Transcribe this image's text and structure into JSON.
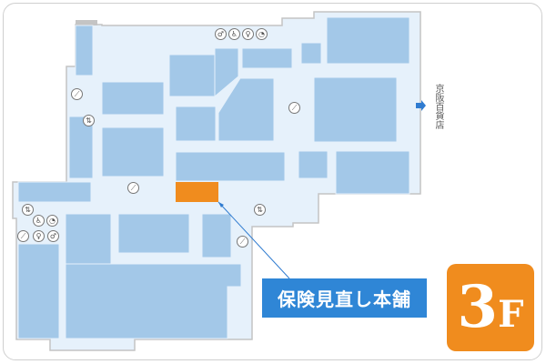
{
  "map": {
    "floor_number": "3",
    "floor_unit": "F",
    "highlighted_store": "保険見直し本舗",
    "adjacent_building": "京阪百貨店",
    "colors": {
      "store_highlight": "#f08c1e",
      "callout_bg": "#2f86d6",
      "floor_badge": "#f08c1e",
      "shop_fill": "#a3c8e8",
      "corridor_fill": "#e6f1fb",
      "arrow": "#2f7bd0"
    },
    "facility_icons": [
      "restroom-male-icon",
      "accessible-restroom-icon",
      "restroom-female-icon",
      "nursing-room-icon",
      "escalator-icon",
      "elevator-icon"
    ]
  }
}
